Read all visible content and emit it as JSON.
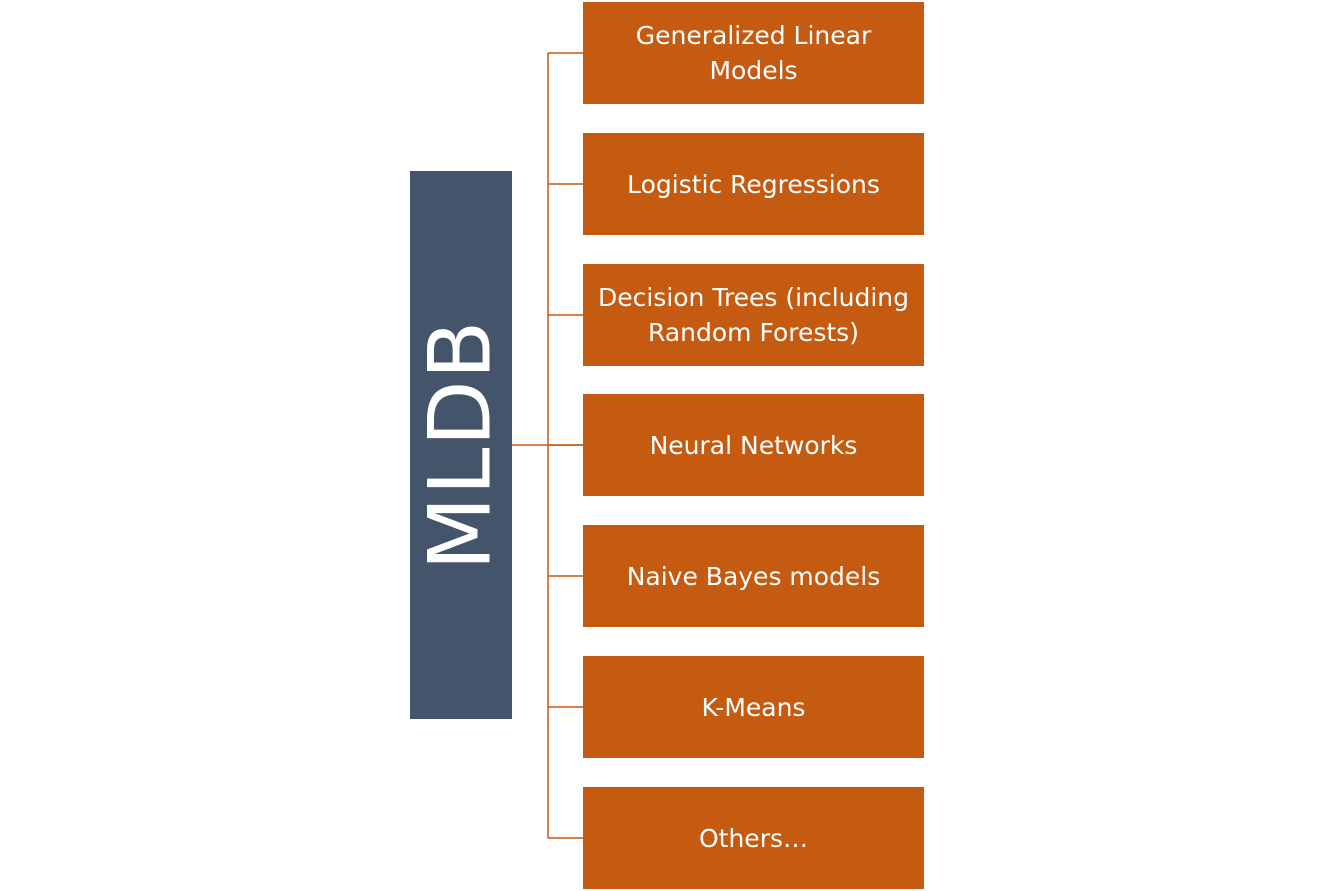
{
  "diagram": {
    "root": {
      "label": "MLDB",
      "color": "#44546a"
    },
    "branch_color": "#c55a11",
    "connector_color": "#c55a11",
    "children": [
      {
        "label": "Generalized Linear\nModels"
      },
      {
        "label": "Logistic Regressions"
      },
      {
        "label": "Decision Trees (including\nRandom Forests)"
      },
      {
        "label": "Neural Networks"
      },
      {
        "label": "Naive Bayes models"
      },
      {
        "label": "K-Means"
      },
      {
        "label": "Others…"
      }
    ]
  }
}
